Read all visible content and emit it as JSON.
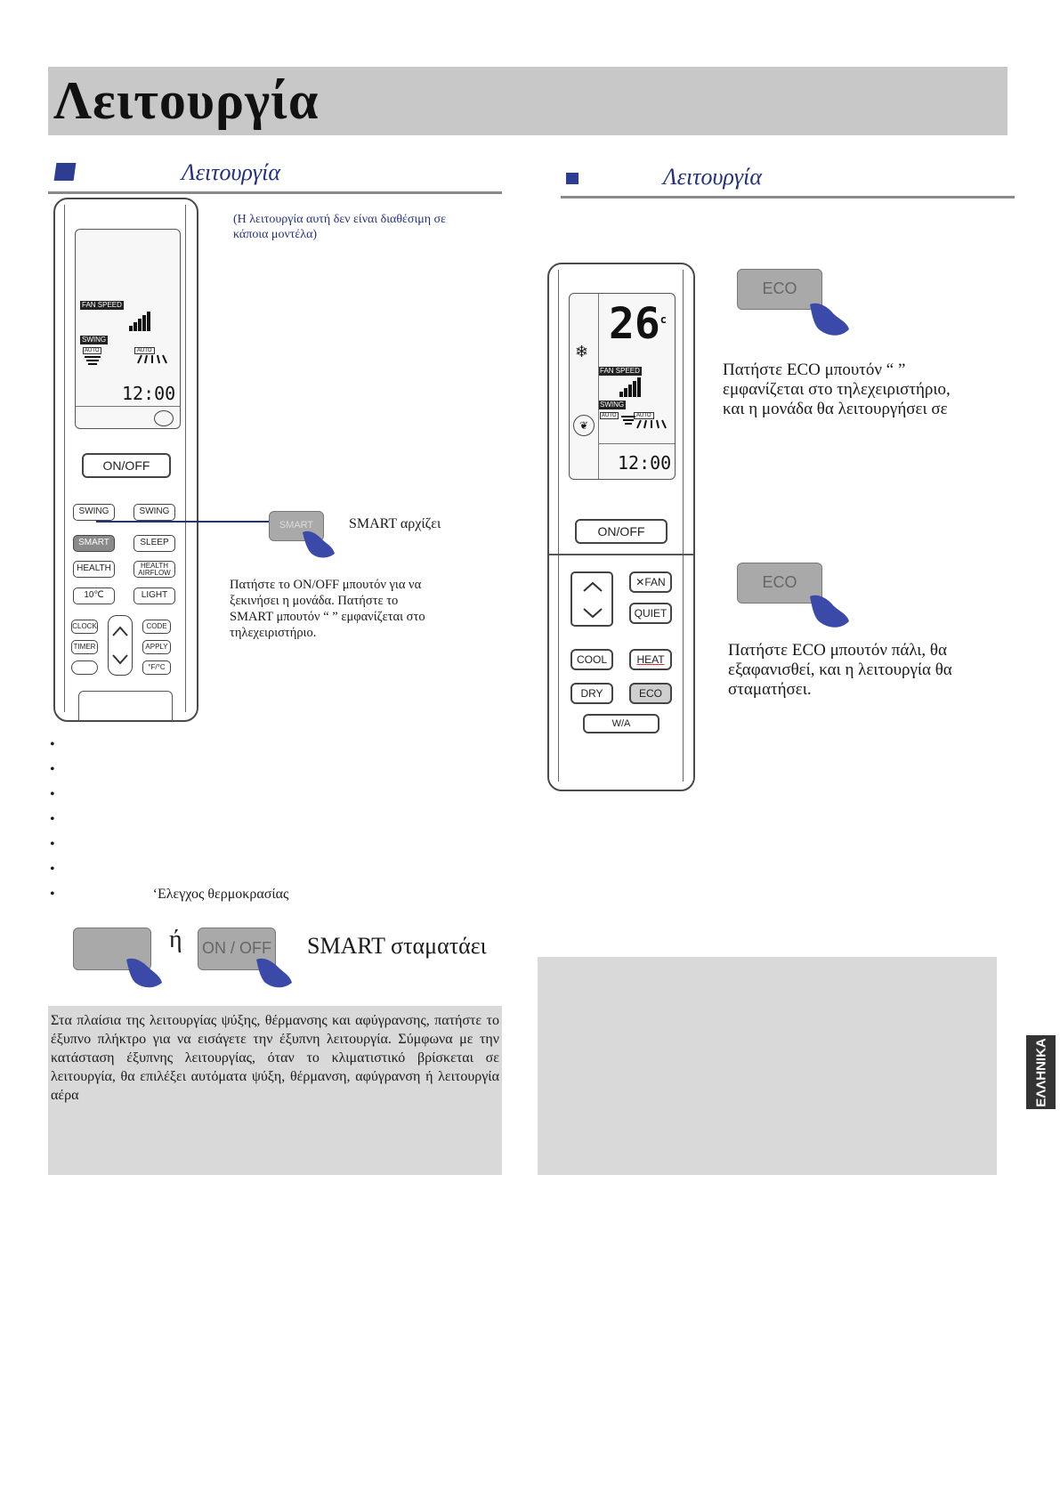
{
  "title": "Λειτουργία",
  "left_section": {
    "heading": "Λειτουργία",
    "note": "(Η λειτουργία αυτή δεν είναι διαθέσιμη σε κάποια μοντέλα)",
    "smart_start_label": "SMART αρχίζει",
    "instructions": "Πατήστε το ON/OFF μπουτόν για να ξεκινήσει η μονάδα. Πατήστε το SMART μπουτόν “   ” εμφανίζεται στο τηλεχειριστήριο.",
    "bullets": [
      "",
      "",
      "",
      "",
      "",
      "",
      "‘Ελεγχος θερμοκρασίας"
    ],
    "or_text": "ή",
    "onoff_press_label": "ON / OFF",
    "smart_stop_label": "SMART σταματάει",
    "info_box": "Στα πλαίσια της λειτουργίας ψύξης, θέρμανσης και αφύγρανσης, πατήστε το έξυπνο πλήκτρο για να εισάγετε την έξυπνη λειτουργία. Σύμφωνα με την κατάσταση έξυπνης λειτουργίας, όταν το κλιματιστικό βρίσκεται σε λειτουργία, θα επιλέξει αυτόματα ψύξη, θέρμανση, αφύγρανση ή λειτουργία αέρα",
    "smart_press_label": "SMART",
    "remote": {
      "fan_speed": "FAN SPEED",
      "swing": "SWING",
      "auto1": "AUTO",
      "auto2": "AUTO",
      "time": "12:00",
      "onoff": "ON/OFF",
      "btn_swing1": "SWING",
      "btn_swing2": "SWING",
      "btn_smart": "SMART",
      "btn_sleep": "SLEEP",
      "btn_health": "HEALTH",
      "btn_health_airflow": "HEALTH AIRFLOW",
      "btn_10c": "10℃",
      "btn_light": "LIGHT",
      "btn_clock": "CLOCK",
      "btn_code": "CODE",
      "btn_timer": "TIMER",
      "btn_apply": "APPLY",
      "btn_fc": "°F/°C"
    }
  },
  "right_section": {
    "heading": "Λειτουργία",
    "eco_label": "ECO",
    "eco_on_text": "Πατήστε ECO μπουτόν “     ” εμφανίζεται στο τηλεχειριστήριο, και η μονάδα θα λειτουργήσει σε",
    "eco_off_text": "Πατήστε ECO μπουτόν πάλι,     θα εξαφανισθεί, και η λειτουργία θα σταματήσει.",
    "remote": {
      "temp": "26",
      "temp_unit": "c",
      "fan_speed": "FAN SPEED",
      "swing": "SWING",
      "auto1": "AUTO",
      "auto2": "AUTO",
      "time": "12:00",
      "onoff": "ON/OFF",
      "btn_fan": "FAN",
      "btn_quiet": "QUIET",
      "btn_cool": "COOL",
      "btn_heat": "HEAT",
      "btn_dry": "DRY",
      "btn_eco": "ECO",
      "btn_bottom": "W/A"
    }
  },
  "side_tab": "ΕΛΛΗΝΙΚΑ",
  "colors": {
    "heading_blue": "#23307c",
    "title_bg": "#c8c8c8",
    "box_bg": "#d9d9d9",
    "hand_blue": "#3b4aa8"
  }
}
